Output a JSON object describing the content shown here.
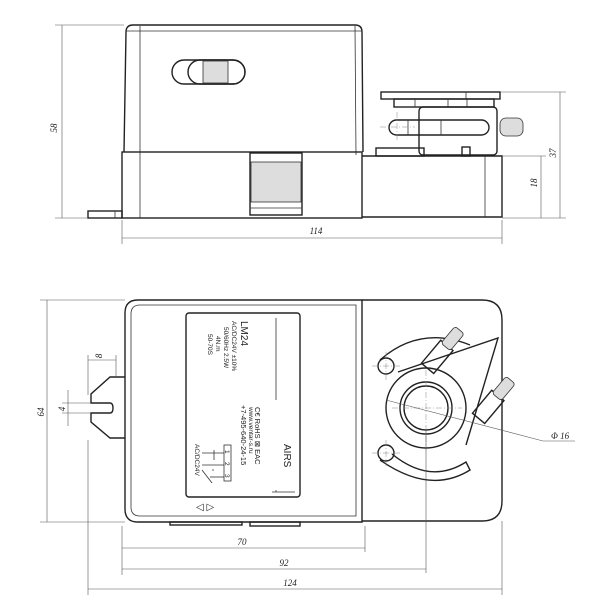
{
  "dimensions": {
    "height_58": "58",
    "width_114": "114",
    "height_37": "37",
    "height_18": "18",
    "tab_8": "8",
    "slot_4": "4",
    "depth_64": "64",
    "width_70": "70",
    "width_92": "92",
    "width_124": "124",
    "shaft_diameter": "Φ 16"
  },
  "label": {
    "model": "LM24",
    "specs": [
      "AC/DC24V ±10%",
      "50/60Hz 2.5W",
      "4N.m",
      "50-70S"
    ],
    "certifications": "C€ RoHS ⊠ EAC",
    "website": "www.ventar-s.ru",
    "phone": "+7-495-640-24-15",
    "brand": "AIRS",
    "terminals": [
      "1",
      "2",
      "3"
    ],
    "wiring_voltage": "AC/DC24V",
    "direction_arrows": "◁ ▷"
  }
}
